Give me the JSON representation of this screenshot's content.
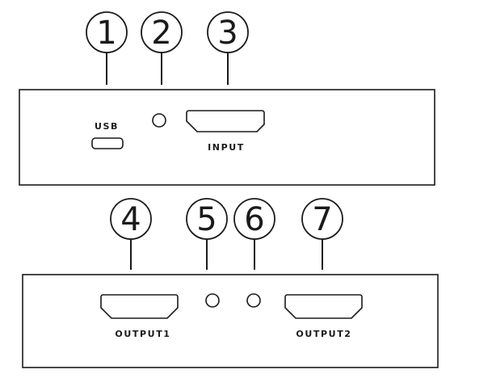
{
  "top_panel": {
    "callouts": [
      "1",
      "2",
      "3"
    ],
    "usb_label": "USB",
    "input_label": "INPUT"
  },
  "bottom_panel": {
    "callouts": [
      "4",
      "5",
      "6",
      "7"
    ],
    "output1_label": "OUTPUT1",
    "output2_label": "OUTPUT2"
  }
}
